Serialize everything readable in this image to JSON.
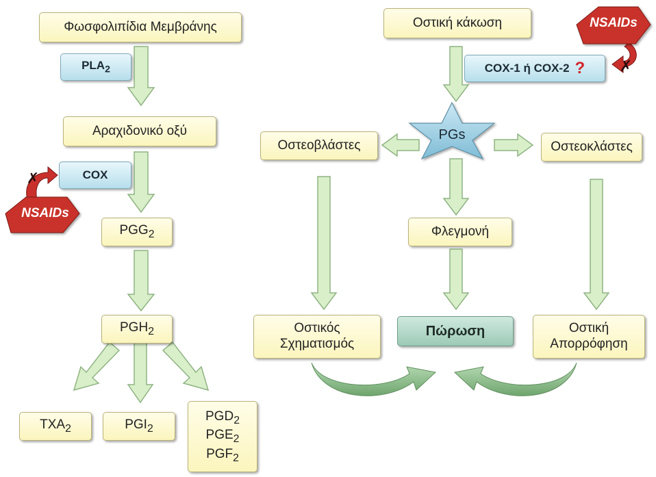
{
  "left": {
    "phospholipids": "Φωσφολιπίδια Μεμβράνης",
    "pla2": {
      "main": "PLA",
      "sub": "2"
    },
    "arachidonic": "Αραχιδονικό οξύ",
    "cox": "COX",
    "pgg2": {
      "main": "PGG",
      "sub": "2"
    },
    "pgh2": {
      "main": "PGH",
      "sub": "2"
    },
    "txa2": {
      "main": "TXA",
      "sub": "2"
    },
    "pgi2": {
      "main": "PGI",
      "sub": "2"
    },
    "pgd2": {
      "main": "PGD",
      "sub": "2"
    },
    "pge2": {
      "main": "PGE",
      "sub": "2"
    },
    "pgf2": {
      "main": "PGF",
      "sub": "2"
    },
    "nsaids": "NSAIDs",
    "inhibit_mark": "✗"
  },
  "right": {
    "bone_fracture": "Οστική κάκωση",
    "cox12": "COX-1 ή COX-2",
    "question": "?",
    "pgs": "PGs",
    "osteoblasts": "Οστεοβλάστες",
    "osteoclasts": "Οστεοκλάστες",
    "inflammation": "Φλεγμονή",
    "bone_formation_line1": "Οστικός",
    "bone_formation_line2": "Σχηματισμός",
    "healing": "Πώρωση",
    "bone_resorption_line1": "Οστική",
    "bone_resorption_line2": "Απορρόφηση",
    "nsaids": "NSAIDs",
    "inhibit_mark": "✗"
  },
  "colors": {
    "arrow_fill": "#d9efc9",
    "arrow_stroke": "#8fb383",
    "nsaid_red": "#c9302c",
    "star_fill": "#9fd0e6",
    "curved_arrow": "#8fbe8e"
  }
}
